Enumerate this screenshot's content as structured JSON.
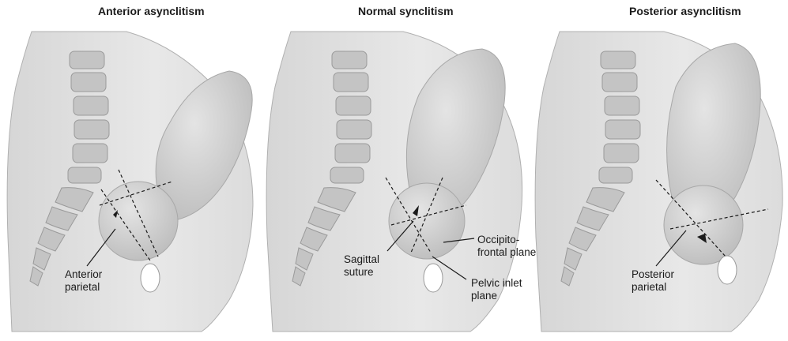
{
  "panels": [
    {
      "title": "Anterior asynclitism",
      "labels": [
        "Anterior",
        "parietal"
      ]
    },
    {
      "title": "Normal synclitism",
      "labels": {
        "sagittal": [
          "Sagittal",
          "suture"
        ],
        "occipito": [
          "Occipito-",
          "frontal plane"
        ],
        "pelvic": [
          "Pelvic inlet",
          "plane"
        ]
      }
    },
    {
      "title": "Posterior asynclitism",
      "labels": [
        "Posterior",
        "parietal"
      ]
    }
  ],
  "colors": {
    "body_fill": "#e3e3e3",
    "body_shadow": "#c9c9c9",
    "spine": "#bdbdbd",
    "fetus": "#d2d2d2",
    "line": "#1b1b1b"
  }
}
